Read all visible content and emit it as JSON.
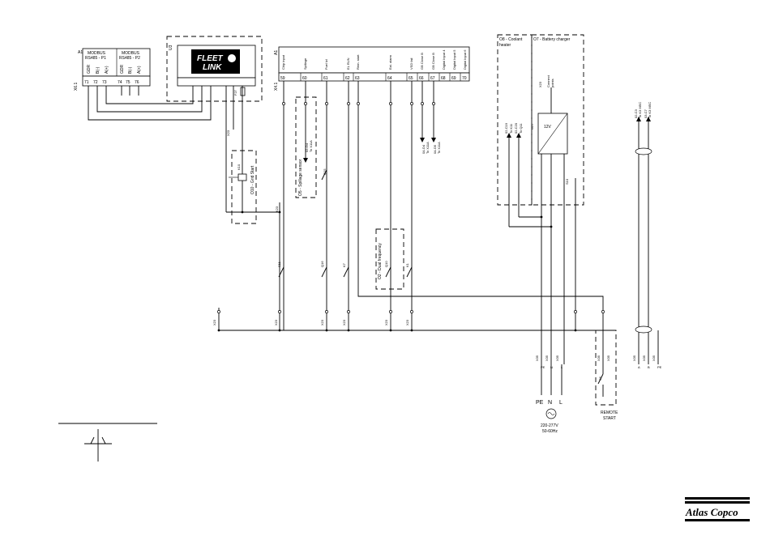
{
  "modules": {
    "a1": {
      "id": "A1",
      "p1_name": "MODBUS",
      "p1_sub": "RS485 - P1",
      "p2_name": "MODBUS",
      "p2_sub": "RS485 - P2",
      "terminal_strip": "X6.1",
      "pins": [
        {
          "num": "71",
          "sig": "GDR"
        },
        {
          "num": "72",
          "sig": "B(-)"
        },
        {
          "num": "73",
          "sig": "A(+)"
        },
        {
          "num": "74",
          "sig": "GDR"
        },
        {
          "num": "75",
          "sig": "B(-)"
        },
        {
          "num": "76",
          "sig": "A(+)"
        }
      ]
    },
    "fleetlink": {
      "id": "U3",
      "logo_line1": "FLEET",
      "logo_line2": "LINK",
      "fuse": "F27"
    },
    "controller": {
      "id": "A1",
      "terminal_strip": "X4.1",
      "pins": [
        {
          "num": "59",
          "sig": "Chip input"
        },
        {
          "num": "60",
          "sig": "Spillage"
        },
        {
          "num": "61",
          "sig": "Fuel lvl"
        },
        {
          "num": "62",
          "sig": "EL RUN"
        },
        {
          "num": "63",
          "sig": "Rem. start"
        },
        {
          "num": "64",
          "sig": "Ext. alarm"
        },
        {
          "num": "65",
          "sig": "VSD fail"
        },
        {
          "num": "66",
          "sig": "GB Close B"
        },
        {
          "num": "67",
          "sig": "GB Close B"
        },
        {
          "num": "68",
          "sig": "Digital Input 4"
        },
        {
          "num": "69",
          "sig": "Digital Input 5"
        },
        {
          "num": "70",
          "sig": "Digital Input 6"
        }
      ]
    }
  },
  "options": {
    "coolant_heater": {
      "line1": "O8 - Coolant",
      "line2": "heater"
    },
    "battery_charger": {
      "line1": "O7 - Battery charger"
    },
    "grid_start": "O10 - Grid Start",
    "spillage_sensor": "O5 - Spillage sensor",
    "dual_frequency": "O2 - Dual frequency"
  },
  "devices": {
    "x23_main": "X23",
    "x23_bottom": [
      "X23",
      "X23",
      "X23",
      "X23",
      "X23",
      "X23"
    ],
    "k23": "K23",
    "s11": "S11",
    "q15": "Q15",
    "q16": "Q16",
    "k7": "K7",
    "k1": "K1",
    "s10": "S10",
    "k10": "K10",
    "q10": "Q10",
    "g27": "G27",
    "charger_label": "12V",
    "refs": {
      "r_spillage": "02-O4",
      "r_spillage2": "To X11A",
      "r_gb1": "04-O4",
      "r_gb1b": "To X11A",
      "r_gb2": "04-O5",
      "r_gb2b": "To X11A",
      "r_heat1": "02-C19",
      "r_heat1b": "To K11",
      "r_heat2": "02-C20",
      "r_heat2b": "To Q11",
      "r_x23_ch": "X23",
      "r_x23_chb": "Connect",
      "r_x23_chc": "points",
      "r_pe1": "02-C3",
      "r_pe1b": "To K3 MSC",
      "r_pe2": "03-C7",
      "r_pe2b": "To K3 MSC"
    }
  },
  "supply": {
    "pe": "PE",
    "n": "N",
    "l": "L",
    "voltage": "220-277V",
    "freq": "50-60Hz",
    "x35_labels": [
      "X35",
      "X35",
      "X35"
    ],
    "x35_pins": [
      "PE",
      "N",
      "L"
    ]
  },
  "remote_start": {
    "line1": "REMOTE",
    "line2": "START",
    "switch": "S6",
    "x35_labels": [
      "X35",
      "X35"
    ]
  },
  "shield_out": {
    "x35_labels": [
      "X35",
      "X35",
      "X35"
    ],
    "pins": [
      "A",
      "B",
      "PE"
    ]
  },
  "brand": {
    "name": "Atlas Copco"
  }
}
